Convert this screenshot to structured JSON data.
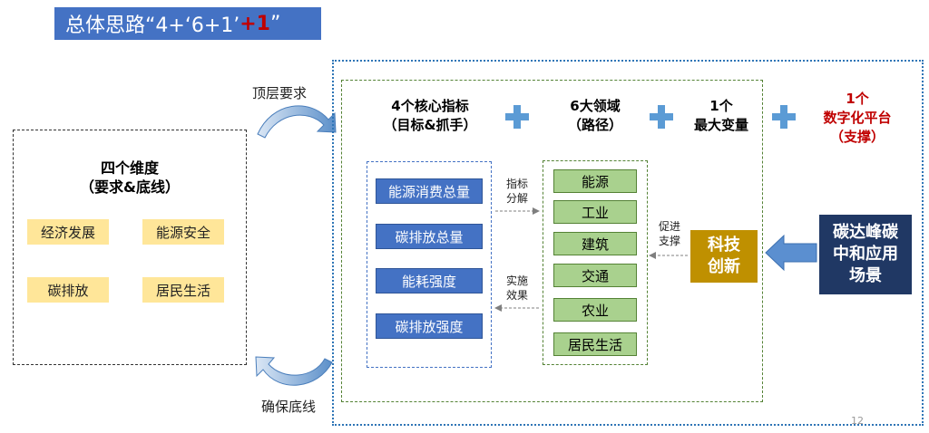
{
  "title": {
    "main": "总体思路“4+‘6+1’",
    "emph": "+1",
    "close": "”"
  },
  "left": {
    "heading_line1": "四个维度",
    "heading_line2": "（要求&底线）",
    "tags": [
      "经济发展",
      "能源安全",
      "碳排放",
      "居民生活"
    ]
  },
  "arrows": {
    "top_label": "顶层要求",
    "bottom_label": "确保底线"
  },
  "headers": {
    "core_line1": "4个核心指标",
    "core_line2": "（目标&抓手）",
    "fields_line1": "6大领域",
    "fields_line2": "（路径）",
    "variable_line1": "1个",
    "variable_line2": "最大变量",
    "platform_line1": "1个",
    "platform_line2": "数字化平台",
    "platform_line3": "（支撑）"
  },
  "indicators": [
    "能源消费总量",
    "碳排放总量",
    "能耗强度",
    "碳排放强度"
  ],
  "fields": [
    "能源",
    "工业",
    "建筑",
    "交通",
    "农业",
    "居民生活"
  ],
  "flows": {
    "right_line1": "指标",
    "right_line2": "分解",
    "left_line1": "实施",
    "left_line2": "效果",
    "promote_line1": "促进",
    "promote_line2": "支撑"
  },
  "tech": {
    "line1": "科技",
    "line2": "创新"
  },
  "scene": {
    "line1": "碳达峰碳",
    "line2": "中和应用",
    "line3": "场景"
  },
  "page_number": "12",
  "colors": {
    "title_bg": "#4472c4",
    "accent_red": "#c00000",
    "tag_yellow": "#ffe699",
    "indicator_blue": "#4472c4",
    "field_green": "#a9d18e",
    "tech_gold": "#bf9000",
    "scene_navy": "#203864",
    "plus_blue": "#5b9bd5"
  }
}
